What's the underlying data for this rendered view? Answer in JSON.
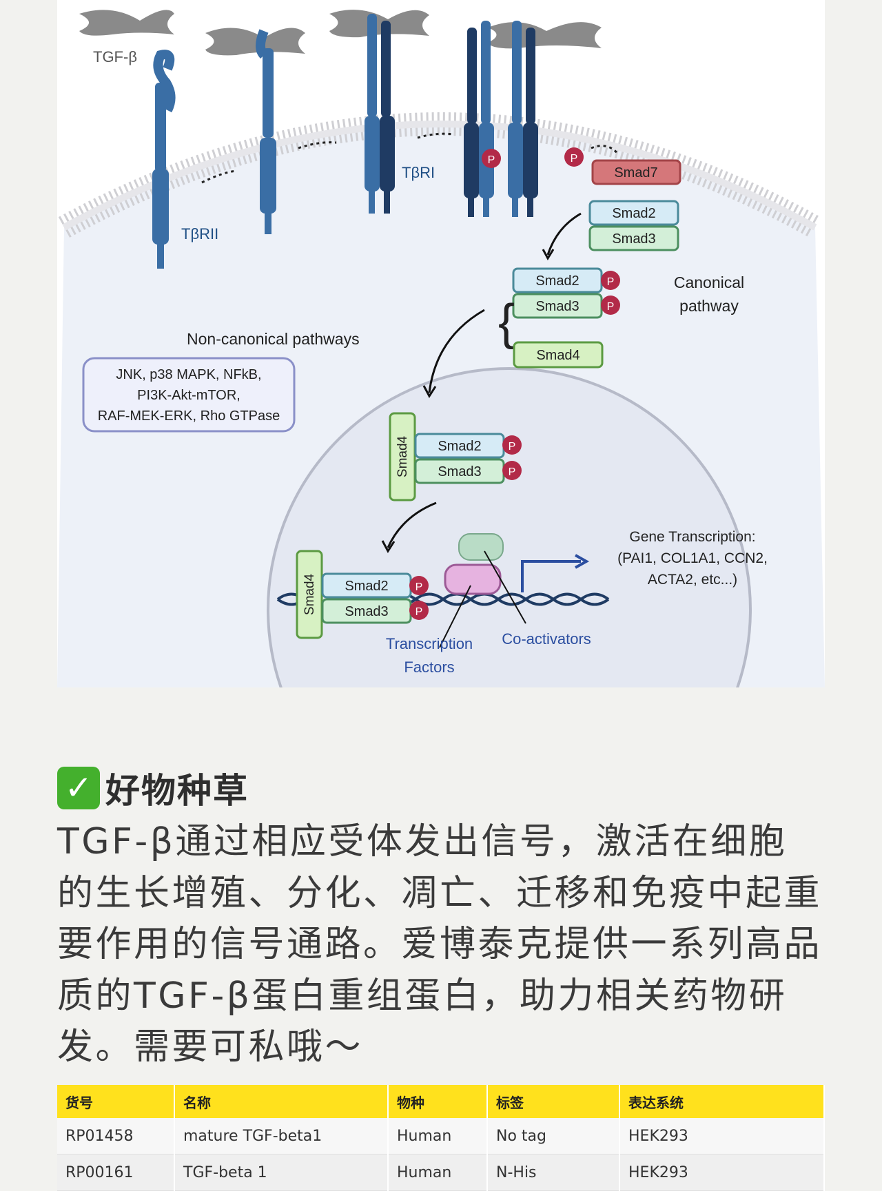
{
  "diagram": {
    "ligand_label": "TGF-β",
    "receptor2_label": "TβRII",
    "receptor1_label": "TβRI",
    "smad7": "Smad7",
    "smad2": "Smad2",
    "smad3": "Smad3",
    "smad4": "Smad4",
    "phospho": "P",
    "canonical": [
      "Canonical",
      "pathway"
    ],
    "noncanonical_title": "Non-canonical pathways",
    "noncanonical_lines": [
      "JNK, p38 MAPK, NFkB,",
      "PI3K-Akt-mTOR,",
      "RAF-MEK-ERK, Rho GTPase"
    ],
    "gene_transcription": [
      "Gene Transcription:",
      "(PAI1, COL1A1, CCN2,",
      "ACTA2, etc...)"
    ],
    "tf_label": [
      "Transcription",
      "Factors"
    ],
    "coactivators": "Co-activators"
  },
  "post": {
    "check_icon": "✓",
    "heading": "好物种草",
    "body": "TGF-β通过相应受体发出信号，激活在细胞的生长增殖、分化、凋亡、迁移和免疫中起重要作用的信号通路。爱博泰克提供一系列高品质的TGF-β蛋白重组蛋白，助力相关药物研发。需要可私哦～"
  },
  "table": {
    "headers": [
      "货号",
      "名称",
      "物种",
      "标签",
      "表达系统"
    ],
    "rows": [
      [
        "RP01458",
        "mature TGF-beta1",
        "Human",
        "No tag",
        "HEK293"
      ],
      [
        "RP00161",
        "TGF-beta 1",
        "Human",
        "N-His",
        "HEK293"
      ]
    ]
  },
  "colors": {
    "header_yellow": "#ffe11d",
    "check_green": "#44b02d",
    "receptor_blue": "#3a6ea5",
    "receptor_dark": "#1f3b63",
    "phospho_red": "#b22a48"
  }
}
